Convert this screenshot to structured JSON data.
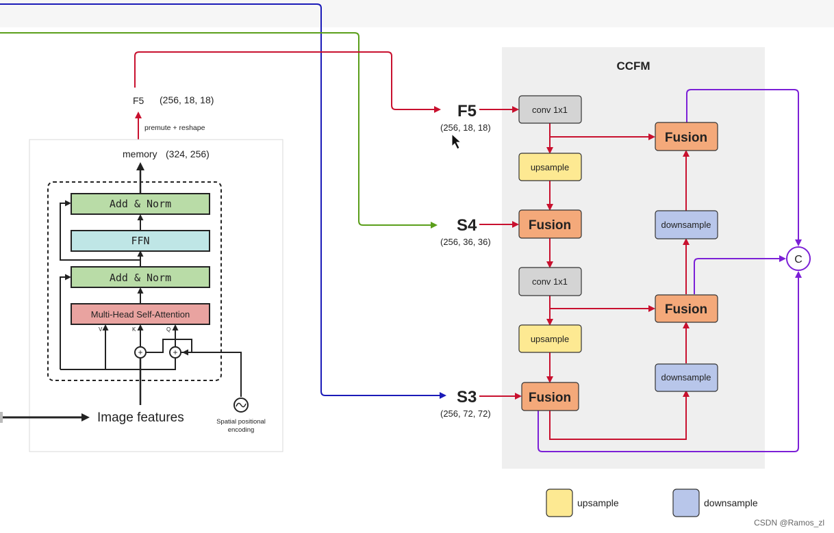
{
  "colors": {
    "red_arrow": "#c8102e",
    "green_arrow": "#5a9e1a",
    "blue_arrow": "#1a1ab8",
    "purple_arrow": "#7b1fd6",
    "fusion_fill": "#f4a97a",
    "conv_fill": "#d4d4d4",
    "upsample_fill": "#fde992",
    "downsample_fill": "#b8c6ea",
    "ccfm_bg": "#efefef",
    "addnorm_fill": "#b9dca7",
    "ffn_fill": "#bfe6e6",
    "mhsa_fill": "#e9a3a0"
  },
  "encoder": {
    "f5_label": "F5",
    "f5_shape": "(256, 18, 18)",
    "reshape_label": "premute + reshape",
    "memory_label": "memory",
    "memory_shape": "(324,   256)",
    "add_norm_top": "Add & Norm",
    "ffn": "FFN",
    "add_norm_bottom": "Add & Norm",
    "mhsa": "Multi-Head Self-Attention",
    "v_label": "V",
    "k_label": "K",
    "q_label": "Q",
    "plus": "+",
    "image_features": "Image features",
    "spatial_pos_line1": "Spatial  positional",
    "spatial_pos_line2": "encoding"
  },
  "inputs": {
    "f5": {
      "label": "F5",
      "shape": "(256, 18, 18)"
    },
    "s4": {
      "label": "S4",
      "shape": "(256, 36, 36)"
    },
    "s3": {
      "label": "S3",
      "shape": "(256, 72, 72)"
    }
  },
  "ccfm": {
    "title": "CCFM",
    "conv1": "conv 1x1",
    "up1": "upsample",
    "fusion_s4": "Fusion",
    "conv2": "conv 1x1",
    "up2": "upsample",
    "fusion_s3": "Fusion",
    "down1": "downsample",
    "fusion_mid": "Fusion",
    "down2": "downsample",
    "fusion_top": "Fusion",
    "concat": "C"
  },
  "legend": {
    "upsample": "upsample",
    "downsample": "downsample"
  },
  "watermark": "CSDN @Ramos_zl"
}
